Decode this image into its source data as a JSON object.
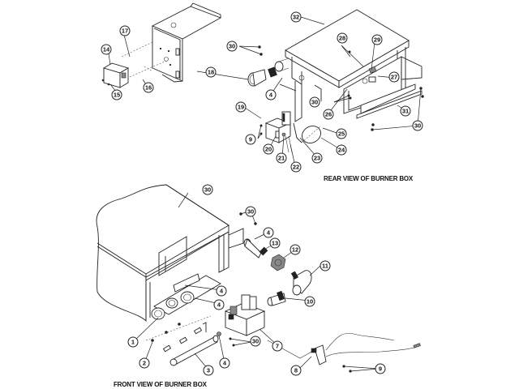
{
  "captions": {
    "rear": "REAR VIEW OF BURNER BOX",
    "front": "FRONT VIEW OF BURNER BOX"
  },
  "callouts": [
    {
      "id": "c14",
      "label": "14"
    },
    {
      "id": "c15",
      "label": "15"
    },
    {
      "id": "c16",
      "label": "16"
    },
    {
      "id": "c17",
      "label": "17"
    },
    {
      "id": "c30a",
      "label": "30"
    },
    {
      "id": "c18",
      "label": "18"
    },
    {
      "id": "c32",
      "label": "32"
    },
    {
      "id": "c28",
      "label": "28"
    },
    {
      "id": "c29",
      "label": "29"
    },
    {
      "id": "c27",
      "label": "27"
    },
    {
      "id": "c4a",
      "label": "4"
    },
    {
      "id": "c30b",
      "label": "30"
    },
    {
      "id": "c26",
      "label": "26"
    },
    {
      "id": "c31",
      "label": "31"
    },
    {
      "id": "c30c",
      "label": "30"
    },
    {
      "id": "c19",
      "label": "19"
    },
    {
      "id": "c9a",
      "label": "9"
    },
    {
      "id": "c20",
      "label": "20"
    },
    {
      "id": "c21",
      "label": "21"
    },
    {
      "id": "c22",
      "label": "22"
    },
    {
      "id": "c23",
      "label": "23"
    },
    {
      "id": "c24",
      "label": "24"
    },
    {
      "id": "c25",
      "label": "25"
    },
    {
      "id": "c30d",
      "label": "30"
    },
    {
      "id": "c30e",
      "label": "30"
    },
    {
      "id": "c4b",
      "label": "4"
    },
    {
      "id": "c13",
      "label": "13"
    },
    {
      "id": "c12",
      "label": "12"
    },
    {
      "id": "c11",
      "label": "11"
    },
    {
      "id": "c10",
      "label": "10"
    },
    {
      "id": "c4c",
      "label": "4"
    },
    {
      "id": "c4d",
      "label": "4"
    },
    {
      "id": "c1",
      "label": "1"
    },
    {
      "id": "c2",
      "label": "2"
    },
    {
      "id": "c3",
      "label": "3"
    },
    {
      "id": "c4e",
      "label": "4"
    },
    {
      "id": "c30f",
      "label": "30"
    },
    {
      "id": "c7",
      "label": "7"
    },
    {
      "id": "c8",
      "label": "8"
    },
    {
      "id": "c9b",
      "label": "9"
    }
  ]
}
